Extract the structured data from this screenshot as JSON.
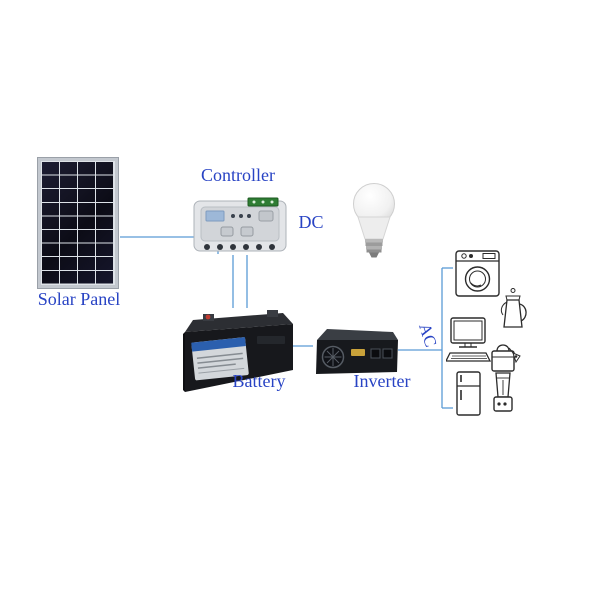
{
  "labels": {
    "controller": "Controller",
    "dc": "DC",
    "solar_panel": "Solar Panel",
    "battery": "Battery",
    "inverter": "Inverter",
    "ac": "AC"
  },
  "colors": {
    "label_text": "#2843c4",
    "wire": "#5b9bd5"
  },
  "devices": [
    {
      "id": "solar-panel",
      "label_key": "solar_panel"
    },
    {
      "id": "charge-controller",
      "label_key": "controller"
    },
    {
      "id": "led-bulb",
      "label_key": "dc"
    },
    {
      "id": "battery",
      "label_key": "battery"
    },
    {
      "id": "inverter",
      "label_key": "inverter"
    },
    {
      "id": "ac-loads",
      "label_key": "ac"
    }
  ],
  "icons": {
    "appliances": [
      "washing-machine-icon",
      "kettle-icon",
      "computer-icon",
      "bag-icon",
      "refrigerator-icon",
      "blender-icon"
    ]
  }
}
